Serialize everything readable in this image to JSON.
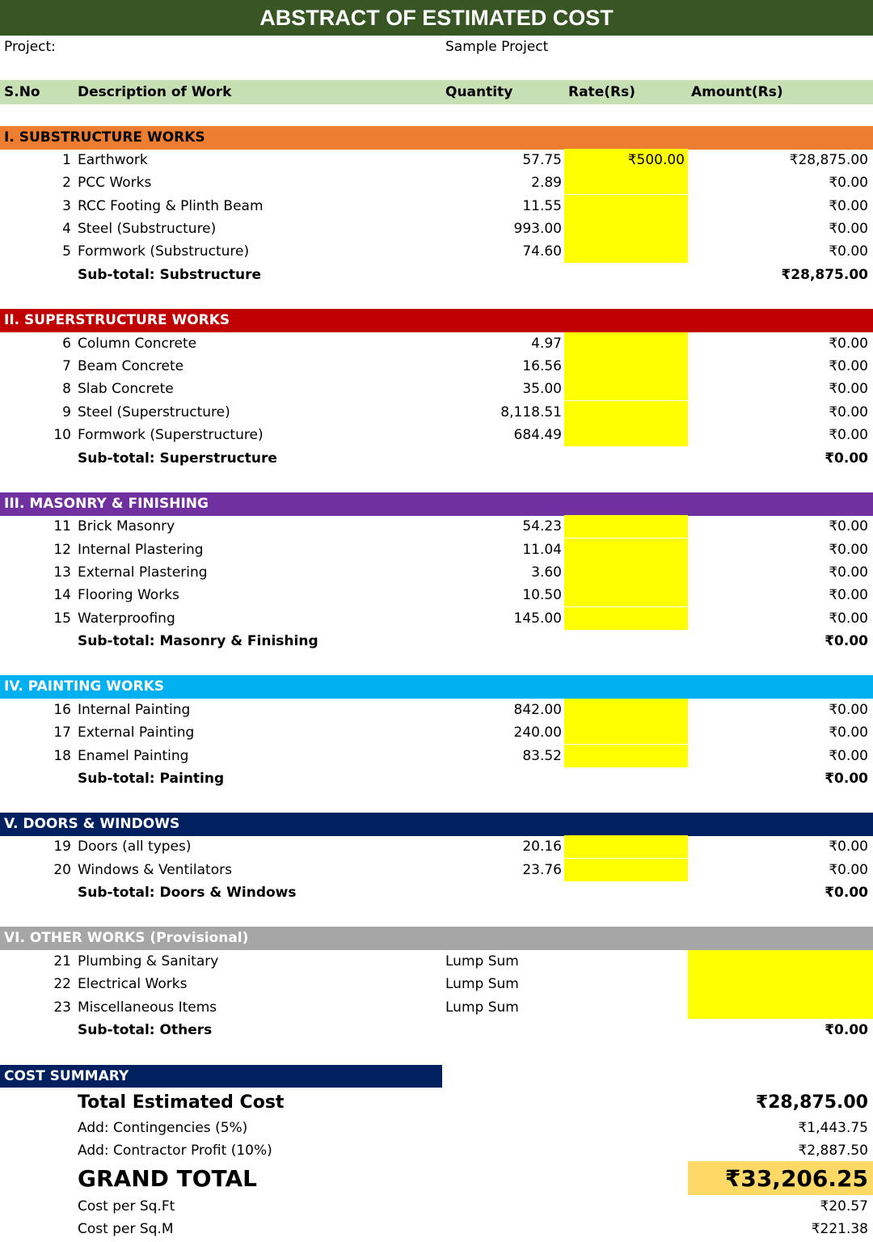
{
  "title": "ABSTRACT OF ESTIMATED COST",
  "project": {
    "label": "Project:",
    "value": "Sample Project"
  },
  "columns": {
    "sno": "S.No",
    "description": "Description of Work",
    "quantity": "Quantity",
    "rate": "Rate(Rs)",
    "amount": "Amount(Rs)"
  },
  "sections": [
    {
      "title": "I. SUBSTRUCTURE WORKS",
      "color": "#ed7d31",
      "items": [
        {
          "sno": "1",
          "desc": "Earthwork",
          "qty": "57.75",
          "rate": "₹500.00",
          "amount": "₹28,875.00"
        },
        {
          "sno": "2",
          "desc": "PCC Works",
          "qty": "2.89",
          "rate": "",
          "amount": "₹0.00"
        },
        {
          "sno": "3",
          "desc": "RCC Footing & Plinth Beam",
          "qty": "11.55",
          "rate": "",
          "amount": "₹0.00"
        },
        {
          "sno": "4",
          "desc": "Steel (Substructure)",
          "qty": "993.00",
          "rate": "",
          "amount": "₹0.00"
        },
        {
          "sno": "5",
          "desc": "Formwork (Substructure)",
          "qty": "74.60",
          "rate": "",
          "amount": "₹0.00"
        }
      ],
      "subtotal": {
        "label": "Sub-total: Substructure",
        "amount": "₹28,875.00"
      }
    },
    {
      "title": "II. SUPERSTRUCTURE WORKS",
      "color": "#c00000",
      "items": [
        {
          "sno": "6",
          "desc": "Column Concrete",
          "qty": "4.97",
          "rate": "",
          "amount": "₹0.00"
        },
        {
          "sno": "7",
          "desc": "Beam Concrete",
          "qty": "16.56",
          "rate": "",
          "amount": "₹0.00"
        },
        {
          "sno": "8",
          "desc": "Slab Concrete",
          "qty": "35.00",
          "rate": "",
          "amount": "₹0.00"
        },
        {
          "sno": "9",
          "desc": "Steel (Superstructure)",
          "qty": "8,118.51",
          "rate": "",
          "amount": "₹0.00"
        },
        {
          "sno": "10",
          "desc": "Formwork (Superstructure)",
          "qty": "684.49",
          "rate": "",
          "amount": "₹0.00"
        }
      ],
      "subtotal": {
        "label": "Sub-total: Superstructure",
        "amount": "₹0.00"
      }
    },
    {
      "title": "III. MASONRY & FINISHING",
      "color": "#7030a0",
      "items": [
        {
          "sno": "11",
          "desc": "Brick Masonry",
          "qty": "54.23",
          "rate": "",
          "amount": "₹0.00"
        },
        {
          "sno": "12",
          "desc": "Internal Plastering",
          "qty": "11.04",
          "rate": "",
          "amount": "₹0.00"
        },
        {
          "sno": "13",
          "desc": "External Plastering",
          "qty": "3.60",
          "rate": "",
          "amount": "₹0.00"
        },
        {
          "sno": "14",
          "desc": "Flooring Works",
          "qty": "10.50",
          "rate": "",
          "amount": "₹0.00"
        },
        {
          "sno": "15",
          "desc": "Waterproofing",
          "qty": "145.00",
          "rate": "",
          "amount": "₹0.00"
        }
      ],
      "subtotal": {
        "label": "Sub-total: Masonry & Finishing",
        "amount": "₹0.00"
      }
    },
    {
      "title": "IV. PAINTING WORKS",
      "color": "#00b0f0",
      "items": [
        {
          "sno": "16",
          "desc": "Internal Painting",
          "qty": "842.00",
          "rate": "",
          "amount": "₹0.00"
        },
        {
          "sno": "17",
          "desc": "External Painting",
          "qty": "240.00",
          "rate": "",
          "amount": "₹0.00"
        },
        {
          "sno": "18",
          "desc": "Enamel Painting",
          "qty": "83.52",
          "rate": "",
          "amount": "₹0.00"
        }
      ],
      "subtotal": {
        "label": "Sub-total: Painting",
        "amount": "₹0.00"
      }
    },
    {
      "title": "V. DOORS & WINDOWS",
      "color": "#002060",
      "items": [
        {
          "sno": "19",
          "desc": "Doors (all types)",
          "qty": "20.16",
          "rate": "",
          "amount": "₹0.00"
        },
        {
          "sno": "20",
          "desc": "Windows & Ventilators",
          "qty": "23.76",
          "rate": "",
          "amount": "₹0.00"
        }
      ],
      "subtotal": {
        "label": "Sub-total: Doors & Windows",
        "amount": "₹0.00"
      }
    }
  ],
  "other": {
    "title": "VI. OTHER WORKS (Provisional)",
    "color": "#a6a6a6",
    "items": [
      {
        "sno": "21",
        "desc": "Plumbing & Sanitary",
        "qty": "Lump Sum"
      },
      {
        "sno": "22",
        "desc": "Electrical Works",
        "qty": "Lump Sum"
      },
      {
        "sno": "23",
        "desc": "Miscellaneous Items",
        "qty": "Lump Sum"
      }
    ],
    "subtotal": {
      "label": "Sub-total: Others",
      "amount": "₹0.00"
    }
  },
  "summary": {
    "title": "COST SUMMARY",
    "total": {
      "label": "Total Estimated Cost",
      "amount": "₹28,875.00"
    },
    "contingencies": {
      "label": "Add: Contingencies (5%)",
      "amount": "₹1,443.75"
    },
    "profit": {
      "label": "Add: Contractor Profit (10%)",
      "amount": "₹2,887.50"
    },
    "grand": {
      "label": "GRAND TOTAL",
      "amount": "₹33,206.25"
    },
    "per_sqft": {
      "label": "Cost per Sq.Ft",
      "amount": "₹20.57"
    },
    "per_sqm": {
      "label": "Cost per Sq.M",
      "amount": "₹221.38"
    }
  },
  "colors": {
    "title_bg": "#375623",
    "header_bg": "#c6e0b4",
    "input_cell": "#ffff00",
    "grand_total_bg": "#ffd966"
  }
}
